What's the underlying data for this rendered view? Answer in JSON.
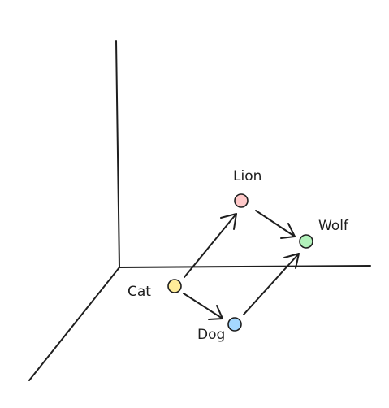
{
  "nodes": [
    {
      "id": "cat",
      "label": "Cat",
      "color": "#ffec99"
    },
    {
      "id": "lion",
      "label": "Lion",
      "color": "#ffc9c9"
    },
    {
      "id": "dog",
      "label": "Dog",
      "color": "#a5d8ff"
    },
    {
      "id": "wolf",
      "label": "Wolf",
      "color": "#b2f2bb"
    }
  ],
  "edges": [
    {
      "from": "cat",
      "to": "lion"
    },
    {
      "from": "cat",
      "to": "dog"
    },
    {
      "from": "lion",
      "to": "wolf"
    },
    {
      "from": "dog",
      "to": "wolf"
    }
  ]
}
